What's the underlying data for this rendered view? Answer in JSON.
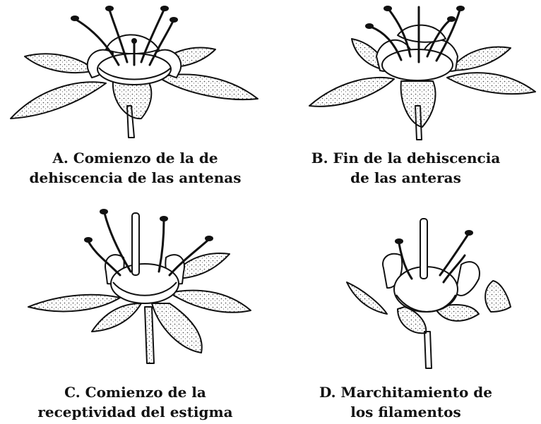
{
  "panels": [
    {
      "id": "A",
      "caption_line1": "A. Comienzo de la de",
      "caption_line2": "dehiscencia de las antenas"
    },
    {
      "id": "B",
      "caption_line1": "B. Fin de la dehiscencia",
      "caption_line2": "de las anteras"
    },
    {
      "id": "C",
      "caption_line1": "C. Comienzo de la",
      "caption_line2": "receptividad del estigma"
    },
    {
      "id": "D",
      "caption_line1": "D. Marchitamiento de",
      "caption_line2": "los filamentos"
    }
  ],
  "colors": {
    "ink": "#111111",
    "paper": "#ffffff",
    "stipple": "#555555"
  }
}
